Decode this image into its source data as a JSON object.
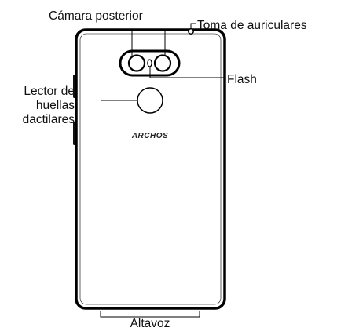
{
  "labels": {
    "rear_camera": "Cámara posterior",
    "headphone_jack": "Toma de auriculares",
    "flash": "Flash",
    "fingerprint_line1": "Lector de",
    "fingerprint_line2": "huellas",
    "fingerprint_line3": "dactilares",
    "speaker": "Altavoz"
  },
  "brand": "ARCHOS"
}
